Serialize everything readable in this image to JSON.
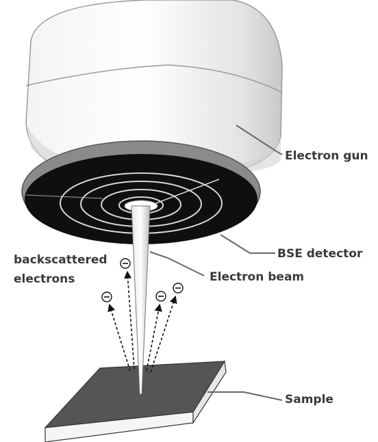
{
  "labels": {
    "electron_gun": "Electron gun",
    "bse_detector": "BSE detector",
    "electron_beam": "Electron beam",
    "backscattered_line1": "backscattered",
    "backscattered_line2": "electrons",
    "sample": "Sample"
  },
  "electron_symbol": "⊖",
  "colors": {
    "gun_body": "#ebebeb",
    "gun_shadow": "#c8c8c8",
    "detector_face": "#0f0f0f",
    "detector_rim": "#8a8a8a",
    "detector_rings": "#d8d8d8",
    "sample_top": "#555555",
    "sample_side": "#f5f5f5",
    "label_text": "#3a3a3a",
    "leader_line": "#666666"
  }
}
